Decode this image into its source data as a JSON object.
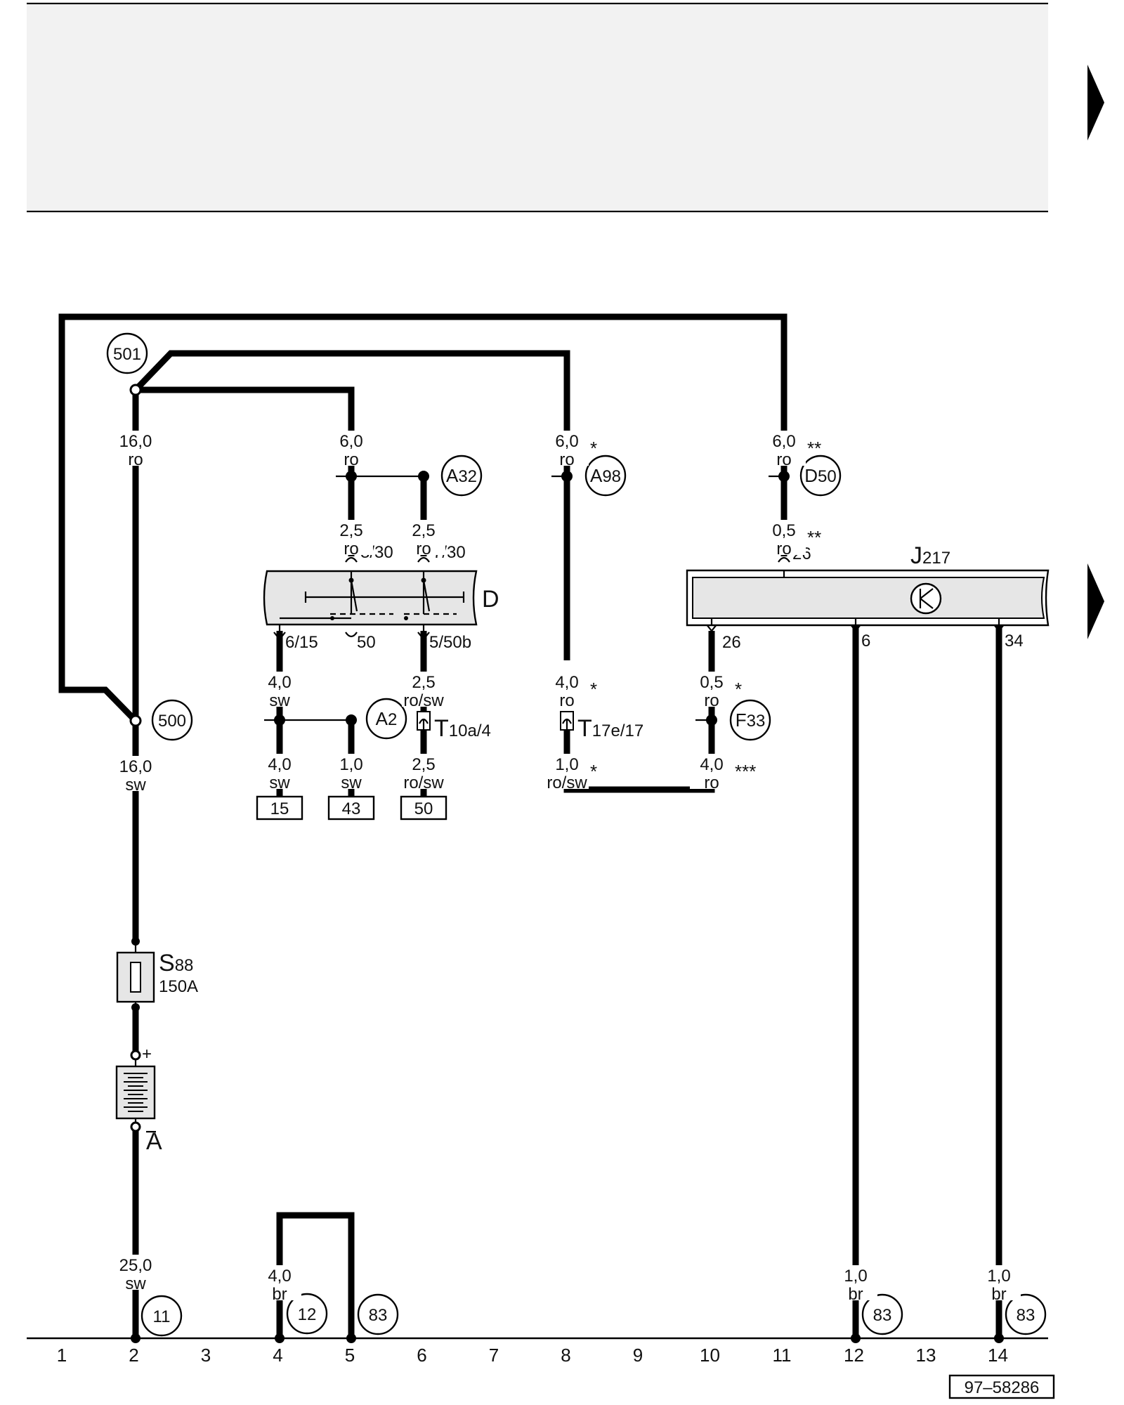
{
  "wire_labels": [
    {
      "id": "w1",
      "lines": [
        "16,0",
        "ro"
      ]
    },
    {
      "id": "w2",
      "lines": [
        "6,0",
        "ro"
      ]
    },
    {
      "id": "w3",
      "lines": [
        "6,0",
        "ro"
      ],
      "marker": "*"
    },
    {
      "id": "w4",
      "lines": [
        "6,0",
        "ro"
      ],
      "marker": "**"
    },
    {
      "id": "w5",
      "lines": [
        "2,5",
        "ro"
      ]
    },
    {
      "id": "w6",
      "lines": [
        "2,5",
        "ro"
      ]
    },
    {
      "id": "w7",
      "lines": [
        "0,5",
        "ro"
      ],
      "marker": "**"
    },
    {
      "id": "w8",
      "lines": [
        "4,0",
        "sw"
      ]
    },
    {
      "id": "w9",
      "lines": [
        "2,5",
        "ro/sw"
      ]
    },
    {
      "id": "w10",
      "lines": [
        "4,0",
        "ro"
      ],
      "marker": "*"
    },
    {
      "id": "w11",
      "lines": [
        "0,5",
        "ro"
      ],
      "marker": "*"
    },
    {
      "id": "w12",
      "lines": [
        "16,0",
        "sw"
      ]
    },
    {
      "id": "w13",
      "lines": [
        "4,0",
        "sw"
      ]
    },
    {
      "id": "w14",
      "lines": [
        "1,0",
        "sw"
      ]
    },
    {
      "id": "w15",
      "lines": [
        "2,5",
        "ro/sw"
      ]
    },
    {
      "id": "w16",
      "lines": [
        "1,0",
        "ro/sw"
      ],
      "marker": "*"
    },
    {
      "id": "w17",
      "lines": [
        "4,0",
        "ro"
      ],
      "marker": "***"
    },
    {
      "id": "w18",
      "lines": [
        "25,0",
        "sw"
      ]
    },
    {
      "id": "w19",
      "lines": [
        "4,0",
        "br"
      ]
    },
    {
      "id": "w20",
      "lines": [
        "1,0",
        "br"
      ]
    },
    {
      "id": "w21",
      "lines": [
        "1,0",
        "br"
      ]
    }
  ],
  "badges": [
    {
      "id": "b501",
      "letter": "501",
      "num": ""
    },
    {
      "id": "b500",
      "letter": "500",
      "num": ""
    },
    {
      "id": "bA32",
      "letter": "A",
      "num": "32"
    },
    {
      "id": "bA98",
      "letter": "A",
      "num": "98"
    },
    {
      "id": "bD50",
      "letter": "D",
      "num": "50"
    },
    {
      "id": "bA2",
      "letter": "A",
      "num": "2"
    },
    {
      "id": "bF33",
      "letter": "F",
      "num": "33"
    },
    {
      "id": "b11",
      "letter": "11",
      "num": ""
    },
    {
      "id": "b12",
      "letter": "12",
      "num": ""
    },
    {
      "id": "b83a",
      "letter": "83",
      "num": ""
    },
    {
      "id": "b83b",
      "letter": "83",
      "num": ""
    },
    {
      "id": "b83c",
      "letter": "83",
      "num": ""
    }
  ],
  "pins": {
    "p330": "3/30",
    "p730": "7/30",
    "p615": "6/15",
    "p50": "50",
    "p550b": "5/50b",
    "pj26a": "26",
    "pj26b": "26",
    "pj6": "6",
    "pj34": "34"
  },
  "components": {
    "switch": "D",
    "module": {
      "letter": "J",
      "num": "217"
    },
    "fuse": {
      "letter": "S",
      "num": "88",
      "rating": "150A"
    },
    "battery": "A",
    "battery_plus": "+",
    "conn1": {
      "letter": "T",
      "num": "10a/4"
    },
    "conn2": {
      "letter": "T",
      "num": "17e/17"
    }
  },
  "terminals": [
    "15",
    "43",
    "50"
  ],
  "tracks": [
    "1",
    "2",
    "3",
    "4",
    "5",
    "6",
    "7",
    "8",
    "9",
    "10",
    "11",
    "12",
    "13",
    "14"
  ],
  "figure_id": "97–58286"
}
